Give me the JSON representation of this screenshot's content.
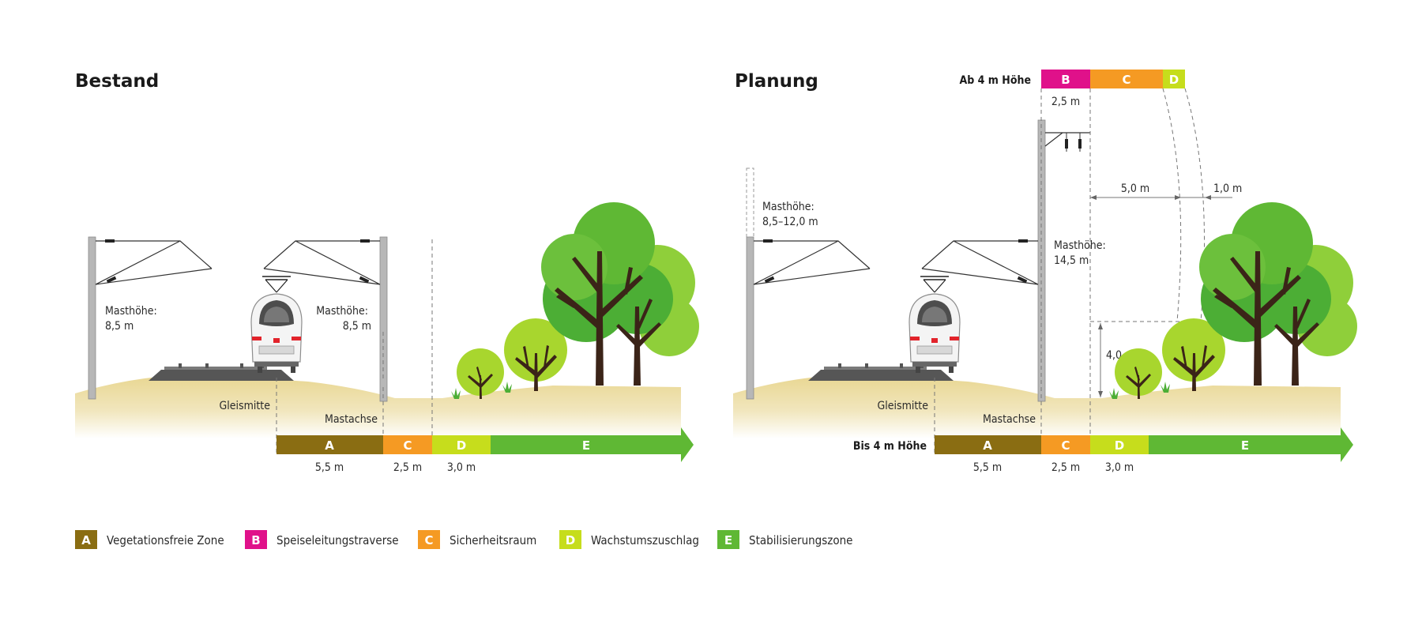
{
  "panels": {
    "bestand": {
      "title": "Bestand",
      "mast_height_left": [
        "Masthöhe:",
        "8,5 m"
      ],
      "mast_height_right": [
        "Masthöhe:",
        "8,5 m"
      ],
      "gleismitte": "Gleismitte",
      "mastachse": "Mastachse",
      "zones": [
        {
          "letter": "A",
          "dim": "5,5 m"
        },
        {
          "letter": "C",
          "dim": "2,5 m"
        },
        {
          "letter": "D",
          "dim": "3,0 m"
        },
        {
          "letter": "E",
          "dim": ""
        }
      ]
    },
    "planung": {
      "title": "Planung",
      "top_height_label": "Ab 4 m Höhe",
      "top_zones": [
        {
          "letter": "B",
          "dim": "2,5 m"
        },
        {
          "letter": "C",
          "dim": ""
        },
        {
          "letter": "D",
          "dim": ""
        }
      ],
      "mast_height_old": [
        "Masthöhe:",
        "8,5–12,0 m"
      ],
      "mast_height_new": [
        "Masthöhe:",
        "14,5 m"
      ],
      "dim_5": "5,0 m",
      "dim_1": "1,0 m",
      "dim_4": "4,0 m",
      "gleismitte": "Gleismitte",
      "mastachse": "Mastachse",
      "bottom_height_label": "Bis 4 m Höhe",
      "zones": [
        {
          "letter": "A",
          "dim": "5,5 m"
        },
        {
          "letter": "C",
          "dim": "2,5 m"
        },
        {
          "letter": "D",
          "dim": "3,0 m"
        },
        {
          "letter": "E",
          "dim": ""
        }
      ]
    }
  },
  "legend": [
    {
      "letter": "A",
      "text": "Vegetationsfreie Zone",
      "color": "#8a6d12"
    },
    {
      "letter": "B",
      "text": "Speiseleitungstraverse",
      "color": "#e0118a"
    },
    {
      "letter": "C",
      "text": "Sicherheitsraum",
      "color": "#f59a23"
    },
    {
      "letter": "D",
      "text": "Wachstumszuschlag",
      "color": "#c6dd1c"
    },
    {
      "letter": "E",
      "text": "Stabilisierungszone",
      "color": "#5fb834"
    }
  ],
  "colors": {
    "zone_A": "#8a6d12",
    "zone_B": "#e0118a",
    "zone_C": "#f59a23",
    "zone_D": "#c6dd1c",
    "zone_E": "#5fb834",
    "ground": "#ecdca0",
    "tree_dark": "#4cae35",
    "tree_light": "#8fcf3a",
    "trunk": "#3b2418"
  }
}
